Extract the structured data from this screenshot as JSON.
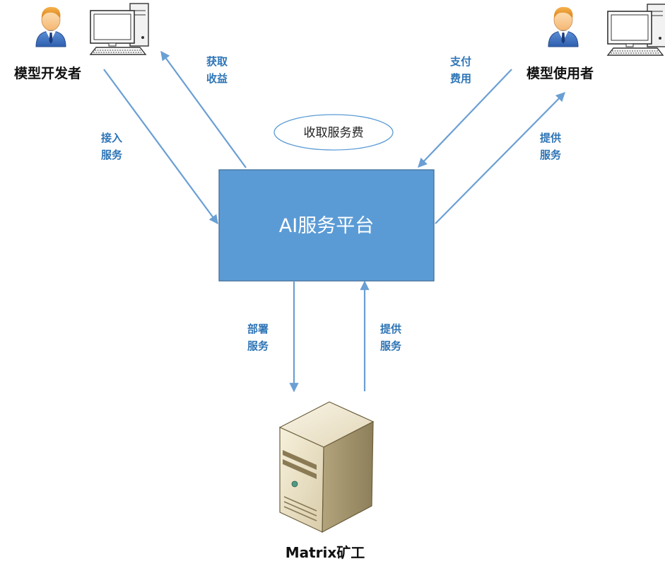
{
  "actors": {
    "developer": {
      "label": "模型开发者"
    },
    "user": {
      "label": "模型使用者"
    }
  },
  "platform": {
    "label": "AI服务平台"
  },
  "fee": {
    "label": "收取服务费"
  },
  "server": {
    "label": "Matrix矿工"
  },
  "edges": {
    "dev_to_platform": {
      "line1": "接入",
      "line2": "服务"
    },
    "platform_to_dev": {
      "line1": "获取",
      "line2": "收益"
    },
    "user_to_platform": {
      "line1": "支付",
      "line2": "费用"
    },
    "platform_to_user": {
      "line1": "提供",
      "line2": "服务"
    },
    "platform_to_server": {
      "line1": "部署",
      "line2": "服务"
    },
    "server_to_platform": {
      "line1": "提供",
      "line2": "服务"
    }
  },
  "colors": {
    "platform_fill": "#5b9bd5",
    "arrow": "#6a9fd4",
    "edge_label": "#2e75b6"
  },
  "icons": {
    "person": "person-icon",
    "computer": "desktop-computer-icon",
    "server": "server-tower-icon"
  }
}
